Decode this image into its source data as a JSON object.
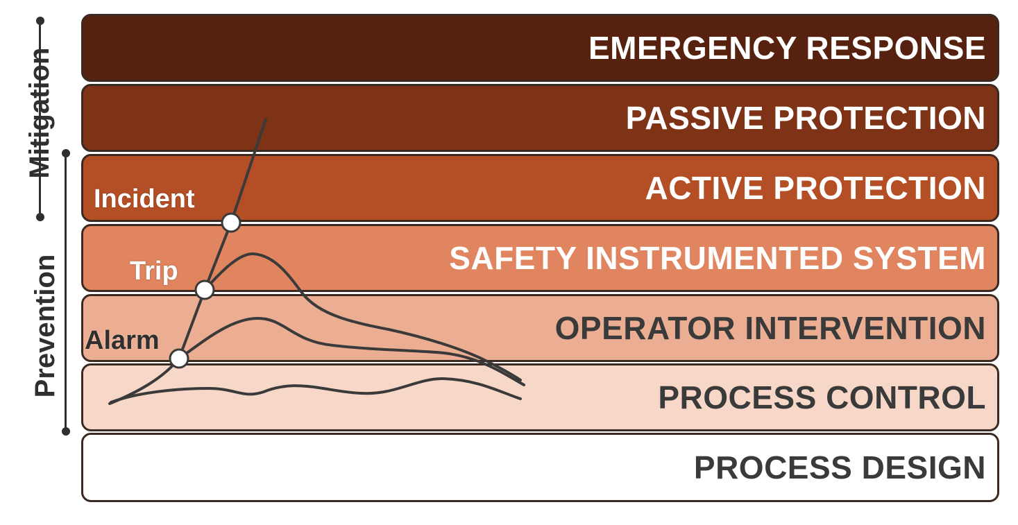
{
  "layers": [
    {
      "label": "EMERGENCY RESPONSE",
      "fill": "#56220f",
      "text_color": "#ffffff"
    },
    {
      "label": "PASSIVE PROTECTION",
      "fill": "#7e3216",
      "text_color": "#ffffff"
    },
    {
      "label": "ACTIVE PROTECTION",
      "fill": "#b44f25",
      "text_color": "#ffffff"
    },
    {
      "label": "SAFETY INSTRUMENTED SYSTEM",
      "fill": "#e0855f",
      "text_color": "#ffffff"
    },
    {
      "label": "OPERATOR INTERVENTION",
      "fill": "#ecae92",
      "text_color": "#3a3a3a"
    },
    {
      "label": "PROCESS CONTROL",
      "fill": "#f6d7c8",
      "text_color": "#3a3a3a"
    },
    {
      "label": "PROCESS DESIGN",
      "fill": "#ffffff",
      "text_color": "#3a3a3a"
    }
  ],
  "brackets": {
    "mitigation": "Mitigation",
    "prevention": "Prevention"
  },
  "points": {
    "incident": "Incident",
    "trip": "Trip",
    "alarm": "Alarm"
  },
  "colors": {
    "line": "#3a3a3a",
    "marker_fill": "#ffffff"
  }
}
